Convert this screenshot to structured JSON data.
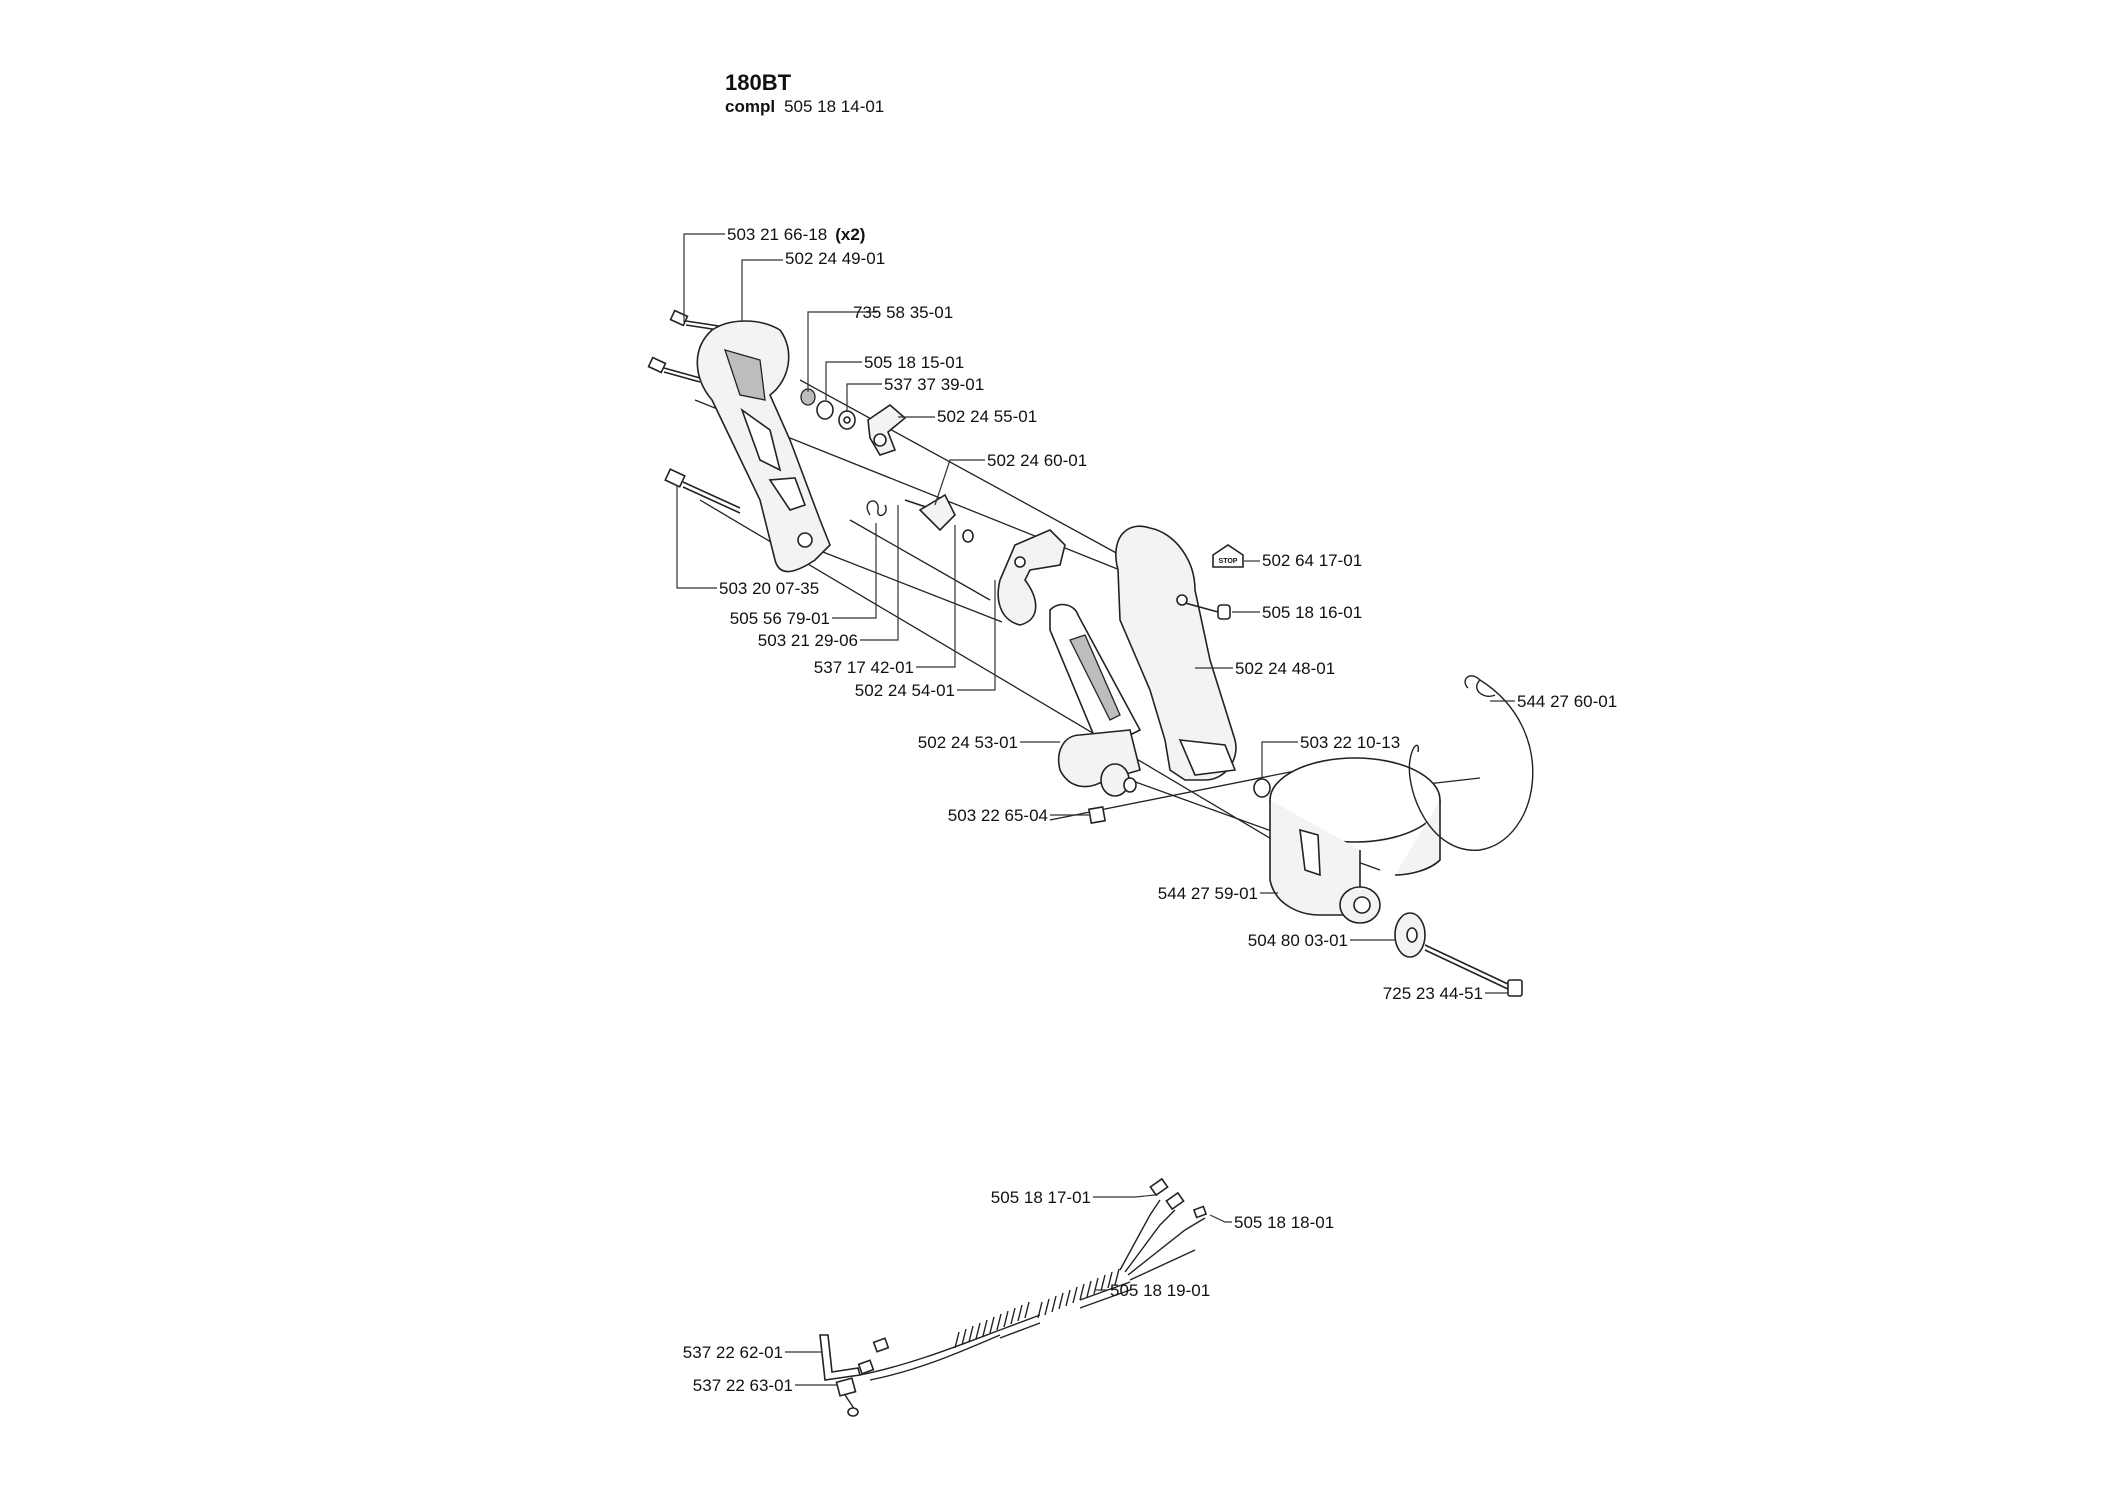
{
  "header": {
    "model": "180BT",
    "compl_label": "compl",
    "compl_number": "505 18 14-01"
  },
  "parts": {
    "p1": {
      "number": "503 21 66-18",
      "qty": "(x2)"
    },
    "p2": "502 24 49-01",
    "p3": "735 58 35-01",
    "p4": "505 18 15-01",
    "p5": "537 37 39-01",
    "p6": "502 24 55-01",
    "p7": "502 24 60-01",
    "p8": "502 64 17-01",
    "p9": "505 18 16-01",
    "p10": "502 24 48-01",
    "p11": "503 20 07-35",
    "p12": "505 56 79-01",
    "p13": "503 21 29-06",
    "p14": "537 17 42-01",
    "p15": "502 24 54-01",
    "p16": "544 27 60-01",
    "p17": "503 22 10-13",
    "p18": "502 24 53-01",
    "p19": "503 22 65-04",
    "p20": "544 27 59-01",
    "p21": "504 80 03-01",
    "p22": "725 23 44-51",
    "p23": "505 18 17-01",
    "p24": "505 18 18-01",
    "p25": "505 18 19-01",
    "p26": "537 22 62-01",
    "p27": "537 22 63-01"
  },
  "decal_text": "STOP"
}
